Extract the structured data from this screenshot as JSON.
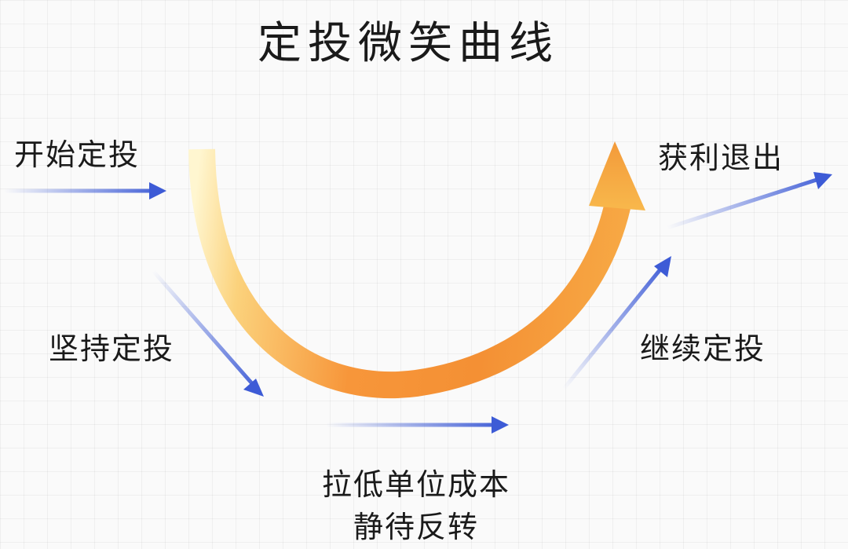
{
  "title": "定投微笑曲线",
  "labels": {
    "start": "开始定投",
    "hold": "坚持定投",
    "lower_cost": "拉低单位成本",
    "wait_reversal": "静待反转",
    "continue": "继续定投",
    "exit": "获利退出"
  },
  "colors": {
    "curve_light": "#fff3c4",
    "curve_mid": "#f9b046",
    "curve_dark": "#f0802e",
    "arrow_blue": "#3d5bd6",
    "text": "#1a1a1a"
  }
}
